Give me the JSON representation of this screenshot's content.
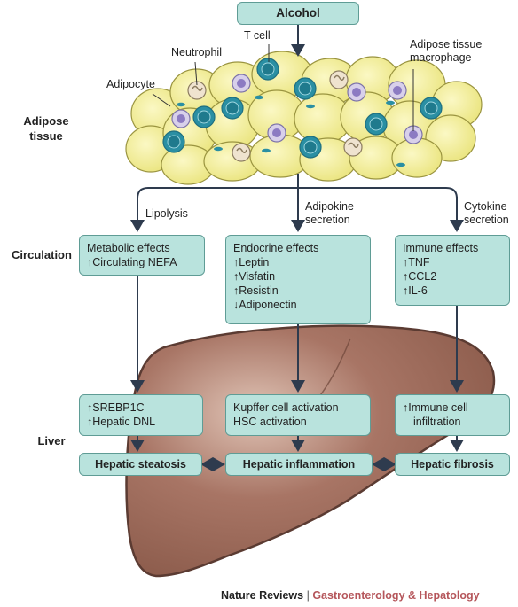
{
  "top": {
    "alcohol": "Alcohol"
  },
  "row_labels": {
    "adipose_line1": "Adipose",
    "adipose_line2": "tissue",
    "circulation": "Circulation",
    "liver": "Liver"
  },
  "cell_labels": {
    "neutrophil": "Neutrophil",
    "t_cell": "T cell",
    "adipocyte": "Adipocyte",
    "macrophage_line1": "Adipose tissue",
    "macrophage_line2": "macrophage"
  },
  "pathways": {
    "lipolysis": "Lipolysis",
    "adipokine_line1": "Adipokine",
    "adipokine_line2": "secretion",
    "cytokine_line1": "Cytokine",
    "cytokine_line2": "secretion"
  },
  "circulation_boxes": {
    "metabolic": [
      "Metabolic effects",
      "↑Circulating NEFA"
    ],
    "endocrine": [
      "Endocrine effects",
      "↑Leptin",
      "↑Visfatin",
      "↑Resistin",
      "↓Adiponectin"
    ],
    "immune": [
      "Immune effects",
      "↑TNF",
      "↑CCL2",
      "↑IL-6"
    ]
  },
  "liver_boxes": {
    "left": [
      "↑SREBP1C",
      "↑Hepatic DNL"
    ],
    "middle": [
      "Kupffer cell activation",
      "HSC activation"
    ],
    "right": [
      "↑Immune cell",
      "infiltration"
    ]
  },
  "outcomes": {
    "steatosis": "Hepatic steatosis",
    "inflammation": "Hepatic inflammation",
    "fibrosis": "Hepatic fibrosis"
  },
  "footer": {
    "brand": "Nature Reviews",
    "separator": "|",
    "journal": "Gastroenterology & Hepatology"
  },
  "colors": {
    "box_fill": "#b9e3dd",
    "box_border": "#5f9c95",
    "arrow": "#2e3b4e",
    "adipocyte": "#f3ef9c",
    "t_cell": "#2a8fa3",
    "liver": "#9c6c5c",
    "journal": "#b5565b"
  }
}
